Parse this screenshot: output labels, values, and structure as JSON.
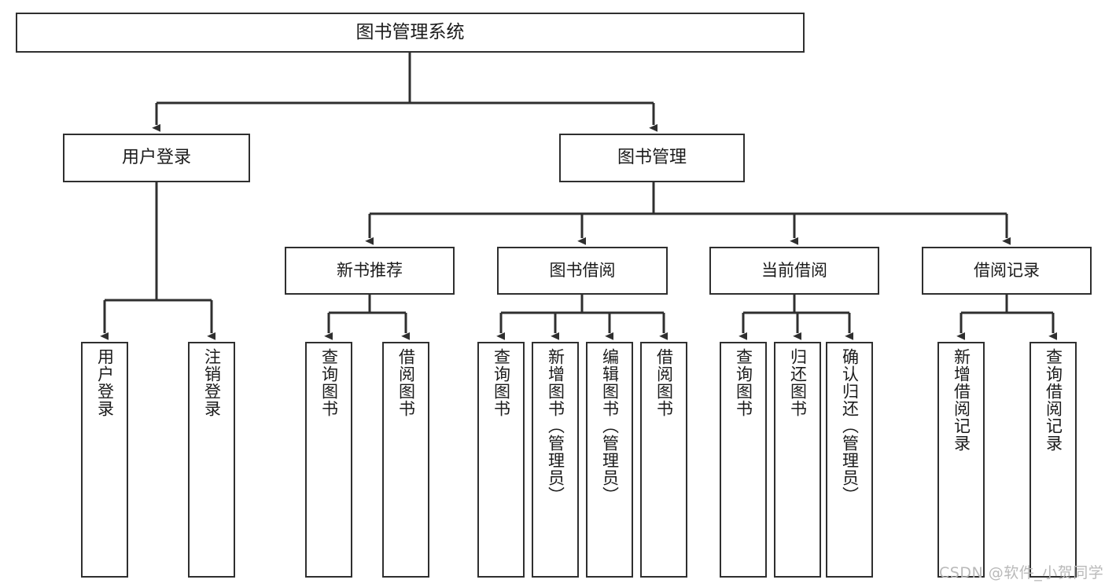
{
  "diagram": {
    "title": "图书管理系统",
    "type": "tree-hierarchy-chart",
    "orientation": "top-down",
    "colors": {
      "box_border": "#2f2f2f",
      "box_fill": "#ffffff",
      "edge": "#2f2f2f",
      "text": "#1b1b1b",
      "watermark": "#b9b9b9",
      "background": "#ffffff"
    },
    "root": {
      "label": "图书管理系统"
    },
    "level2": [
      {
        "label": "用户登录"
      },
      {
        "label": "图书管理"
      }
    ],
    "level3": [
      {
        "label": "新书推荐"
      },
      {
        "label": "图书借阅"
      },
      {
        "label": "当前借阅"
      },
      {
        "label": "借阅记录"
      }
    ],
    "leaves": {
      "user_login": [
        {
          "label": "用户登录"
        },
        {
          "label": "注销登录"
        }
      ],
      "new_book_recommend": [
        {
          "label": "查询图书"
        },
        {
          "label": "借阅图书"
        }
      ],
      "book_borrow": [
        {
          "label": "查询图书"
        },
        {
          "label": "新增图书（管理员）"
        },
        {
          "label": "编辑图书（管理员）"
        },
        {
          "label": "借阅图书"
        }
      ],
      "current_borrow": [
        {
          "label": "查询图书"
        },
        {
          "label": "归还图书"
        },
        {
          "label": "确认归还（管理员）"
        }
      ],
      "borrow_record": [
        {
          "label": "新增借阅记录"
        },
        {
          "label": "查询借阅记录"
        }
      ]
    }
  },
  "watermark": {
    "text": "CSDN @软件_小贺同学"
  }
}
